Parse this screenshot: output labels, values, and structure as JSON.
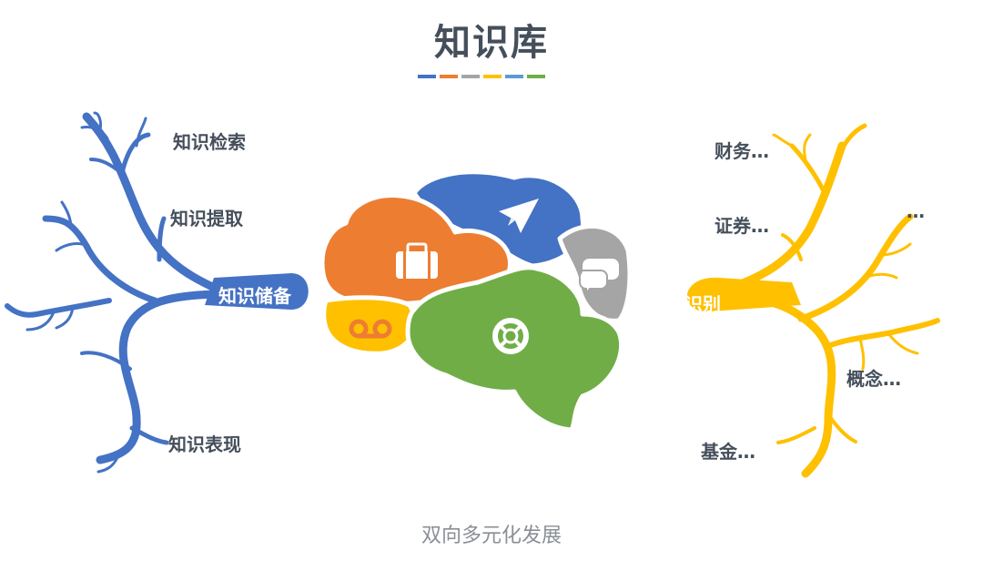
{
  "title": "知识库",
  "title_bar_colors": [
    "#4472C4",
    "#ED7D31",
    "#A5A5A5",
    "#FFC000",
    "#5B9BD5",
    "#70AD47"
  ],
  "left_branch": {
    "label": "知识储备",
    "color": "#4472C4",
    "items": [
      "知识检索",
      "知识提取",
      "知识表现"
    ]
  },
  "right_branch": {
    "label": "偏好识别",
    "color": "#FFC000",
    "items": [
      "财务…",
      "证券…",
      "…",
      "概念…",
      "基金…"
    ]
  },
  "brain": {
    "colors": {
      "blue": "#4472C4",
      "orange": "#ED7D31",
      "gray": "#A5A5A5",
      "yellow": "#FFC000",
      "green": "#70AD47"
    },
    "icons": [
      "paper-plane-icon",
      "briefcase-icon",
      "chat-bubbles-icon",
      "voicemail-icon",
      "lifebuoy-icon"
    ]
  },
  "caption": "双向多元化发展"
}
